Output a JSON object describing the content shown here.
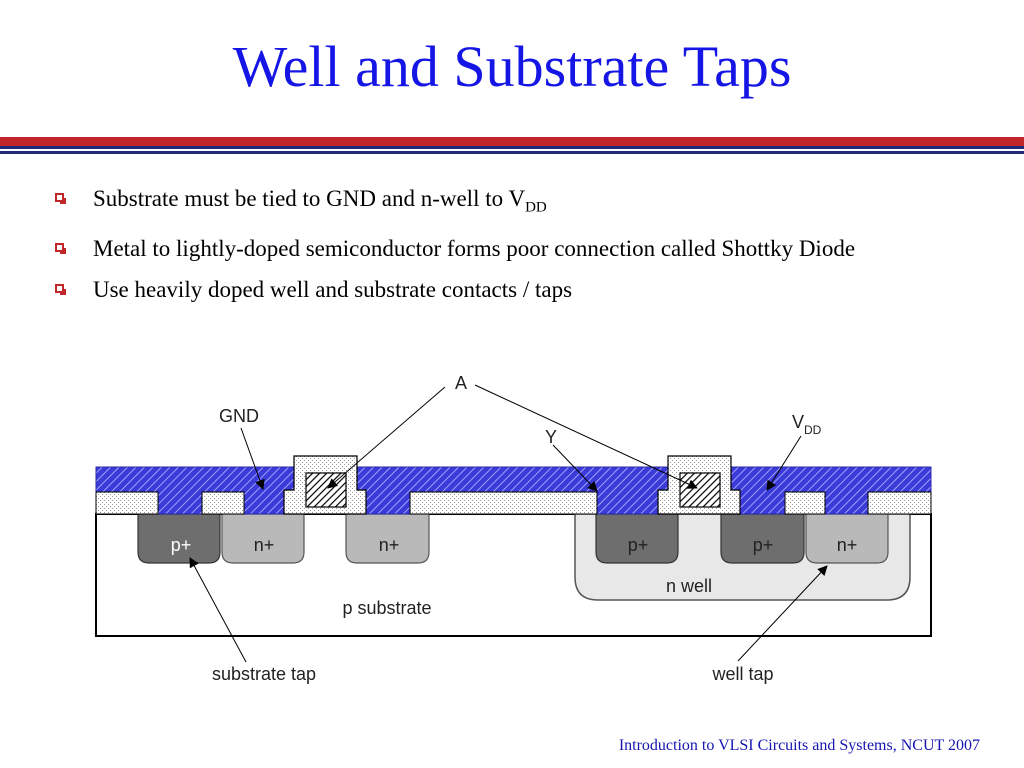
{
  "slide": {
    "title": "Well and Substrate Taps",
    "bullets": [
      {
        "text": "Substrate must be tied to GND and n-well to V",
        "sub": "DD"
      },
      {
        "text": "Metal to lightly-doped semiconductor forms poor connection called Shottky Diode"
      },
      {
        "text": "Use heavily doped well and substrate contacts / taps"
      }
    ],
    "footer": "Introduction to VLSI Circuits and Systems, NCUT  2007"
  },
  "diagram": {
    "labels": {
      "a": "A",
      "y": "Y",
      "gnd": "GND",
      "vdd_main": "V",
      "vdd_sub": "DD",
      "p_plus": "p+",
      "n_plus": "n+",
      "n_well": "n well",
      "p_substrate": "p substrate",
      "substrate_tap": "substrate tap",
      "well_tap": "well tap"
    }
  },
  "colors": {
    "title": "#1515e6",
    "metal": "#3b3bd8",
    "accent_red": "#c0262a",
    "navy": "#1f2a78",
    "p_plus_fill": "#6e6e6e",
    "n_plus_fill": "#b9b9b9",
    "n_well_fill": "#e8e8e8"
  }
}
